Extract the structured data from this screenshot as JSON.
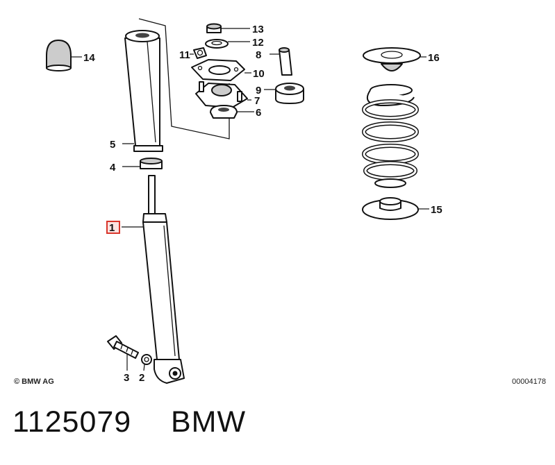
{
  "diagram": {
    "copyright": "© BMW AG",
    "drawing_number": "00004178",
    "callouts": [
      "1",
      "2",
      "3",
      "4",
      "5",
      "6",
      "7",
      "8",
      "9",
      "10",
      "11",
      "12",
      "13",
      "14",
      "15",
      "16"
    ],
    "highlighted_callout": "1",
    "highlight_color": "#d9352b"
  },
  "footer": {
    "part_number": "1125079",
    "brand": "BMW"
  }
}
